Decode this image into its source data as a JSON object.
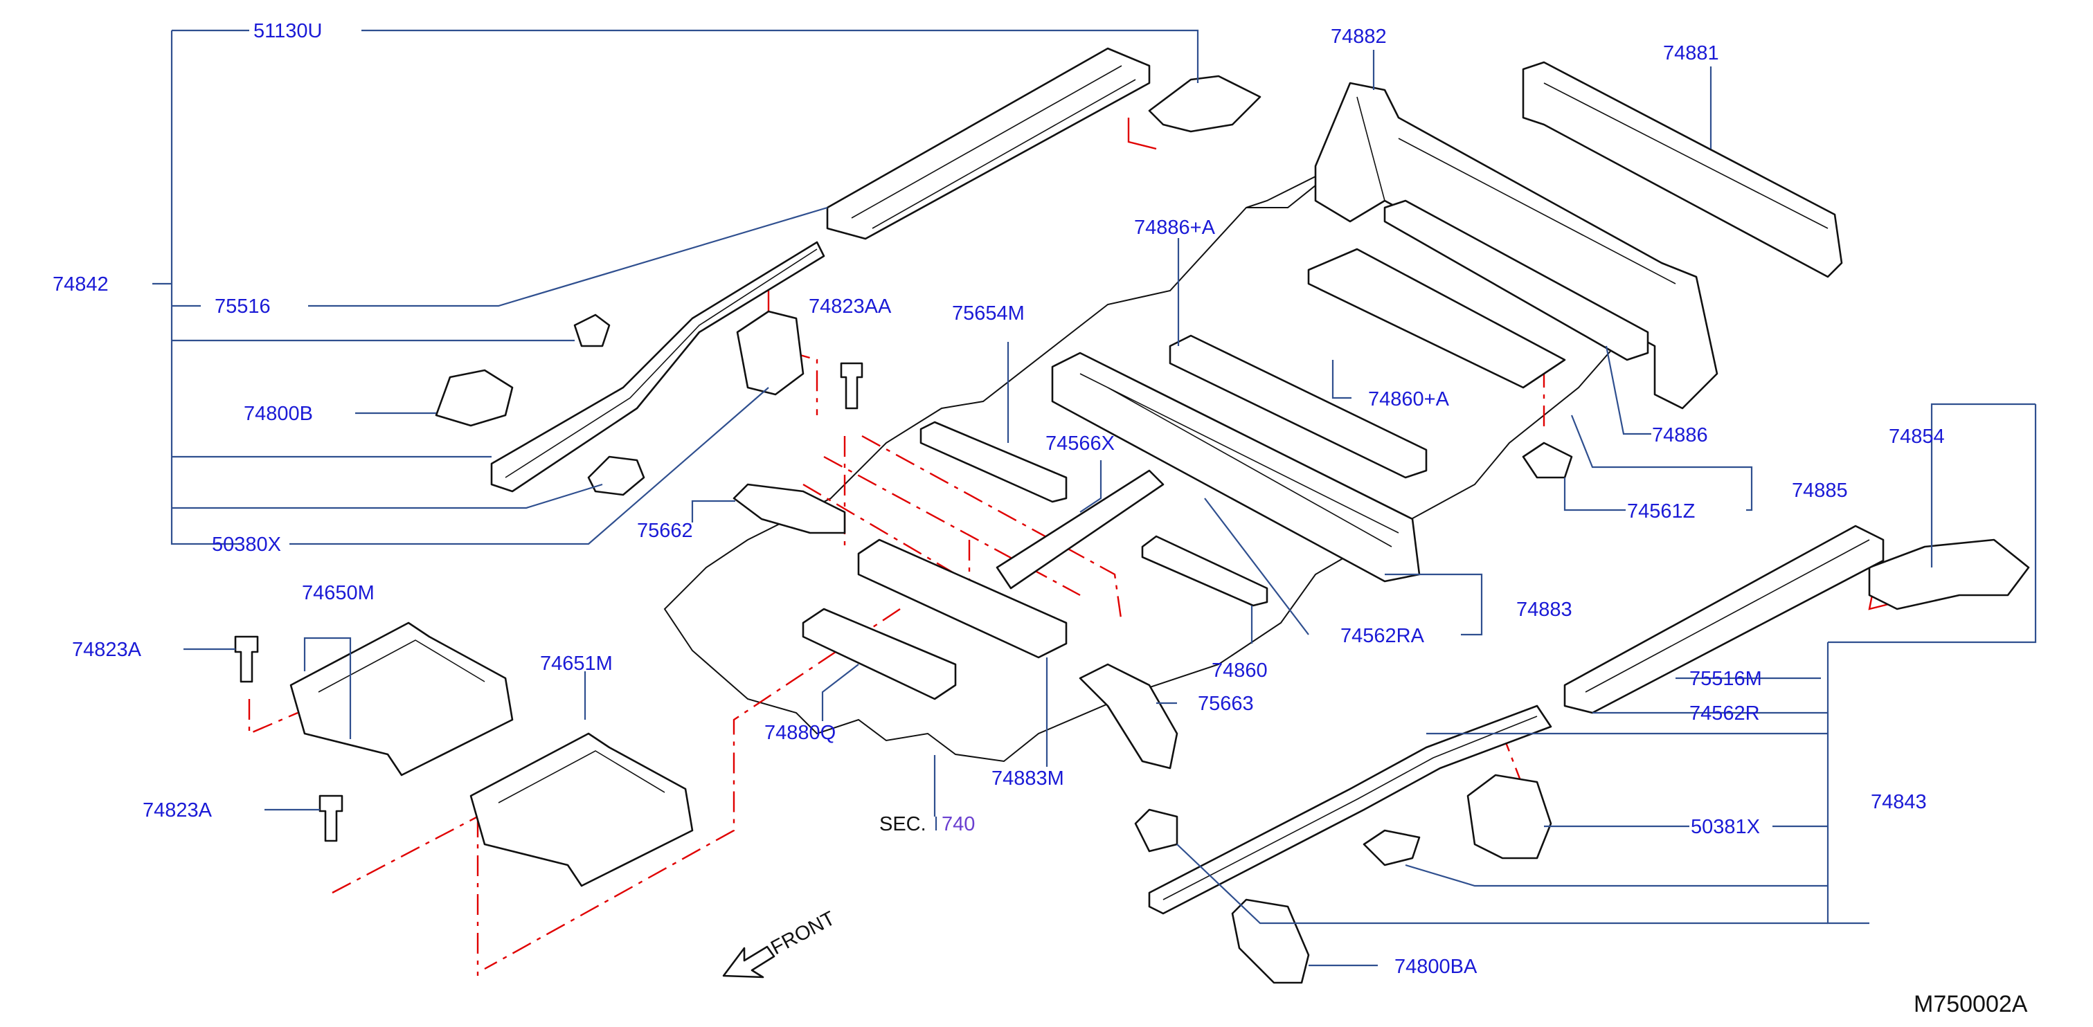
{
  "labels": {
    "p51130U": "51130U",
    "p74842": "74842",
    "p75516": "75516",
    "p74800B": "74800B",
    "p50380X": "50380X",
    "p74823AA": "74823AA",
    "p75654M": "75654M",
    "p74566X": "74566X",
    "p75662": "75662",
    "p74650M": "74650M",
    "p74823A_1": "74823A",
    "p74651M": "74651M",
    "p74823A_2": "74823A",
    "p74880Q": "74880Q",
    "p74883M": "74883M",
    "p75663": "75663",
    "p74860": "74860",
    "p74562RA": "74562RA",
    "p74883": "74883",
    "p74886A": "74886+A",
    "p74860A": "74860+A",
    "p74882": "74882",
    "p74881": "74881",
    "p74886": "74886",
    "p74885": "74885",
    "p74561Z": "74561Z",
    "p74854": "74854",
    "p75516M": "75516M",
    "p74562R": "74562R",
    "p74843": "74843",
    "p50381X": "50381X",
    "p74800BA": "74800BA"
  },
  "sec": {
    "prefix": "SEC.",
    "number": "740"
  },
  "front_label": "FRONT",
  "diagram_code": "M750002A",
  "colors": {
    "label": "#1a1ad6",
    "leader": "#2f4f8f",
    "dashed": "#e00000"
  }
}
